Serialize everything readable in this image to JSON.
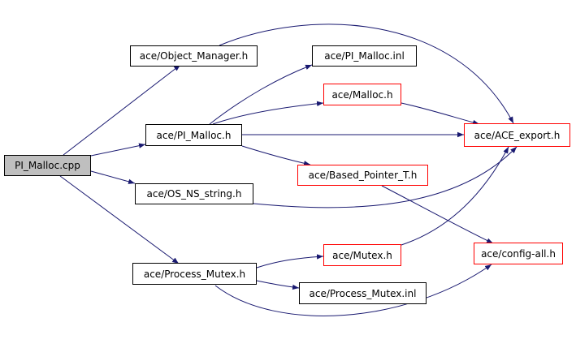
{
  "graph": {
    "nodes": [
      {
        "id": "root",
        "label": "PI_Malloc.cpp",
        "style": "root"
      },
      {
        "id": "objmgr",
        "label": "ace/Object_Manager.h",
        "style": "black"
      },
      {
        "id": "pimh",
        "label": "ace/PI_Malloc.h",
        "style": "black"
      },
      {
        "id": "osns",
        "label": "ace/OS_NS_string.h",
        "style": "black"
      },
      {
        "id": "procm",
        "label": "ace/Process_Mutex.h",
        "style": "black"
      },
      {
        "id": "piinl",
        "label": "ace/PI_Malloc.inl",
        "style": "black"
      },
      {
        "id": "malloc",
        "label": "ace/Malloc.h",
        "style": "red"
      },
      {
        "id": "based",
        "label": "ace/Based_Pointer_T.h",
        "style": "red"
      },
      {
        "id": "mutex",
        "label": "ace/Mutex.h",
        "style": "red"
      },
      {
        "id": "pminl",
        "label": "ace/Process_Mutex.inl",
        "style": "black"
      },
      {
        "id": "export",
        "label": "ace/ACE_export.h",
        "style": "red"
      },
      {
        "id": "config",
        "label": "ace/config-all.h",
        "style": "red"
      }
    ],
    "edges": [
      [
        "root",
        "objmgr"
      ],
      [
        "root",
        "pimh"
      ],
      [
        "root",
        "osns"
      ],
      [
        "root",
        "procm"
      ],
      [
        "objmgr",
        "export"
      ],
      [
        "pimh",
        "piinl"
      ],
      [
        "pimh",
        "malloc"
      ],
      [
        "pimh",
        "export"
      ],
      [
        "pimh",
        "based"
      ],
      [
        "malloc",
        "export"
      ],
      [
        "based",
        "config"
      ],
      [
        "osns",
        "export"
      ],
      [
        "procm",
        "mutex"
      ],
      [
        "procm",
        "pminl"
      ],
      [
        "procm",
        "config"
      ],
      [
        "mutex",
        "export"
      ]
    ],
    "colors": {
      "edge": "#191970",
      "node_border": "#000000",
      "node_border_incomplete": "#ff0000",
      "root_fill": "#bfbfbf"
    }
  }
}
